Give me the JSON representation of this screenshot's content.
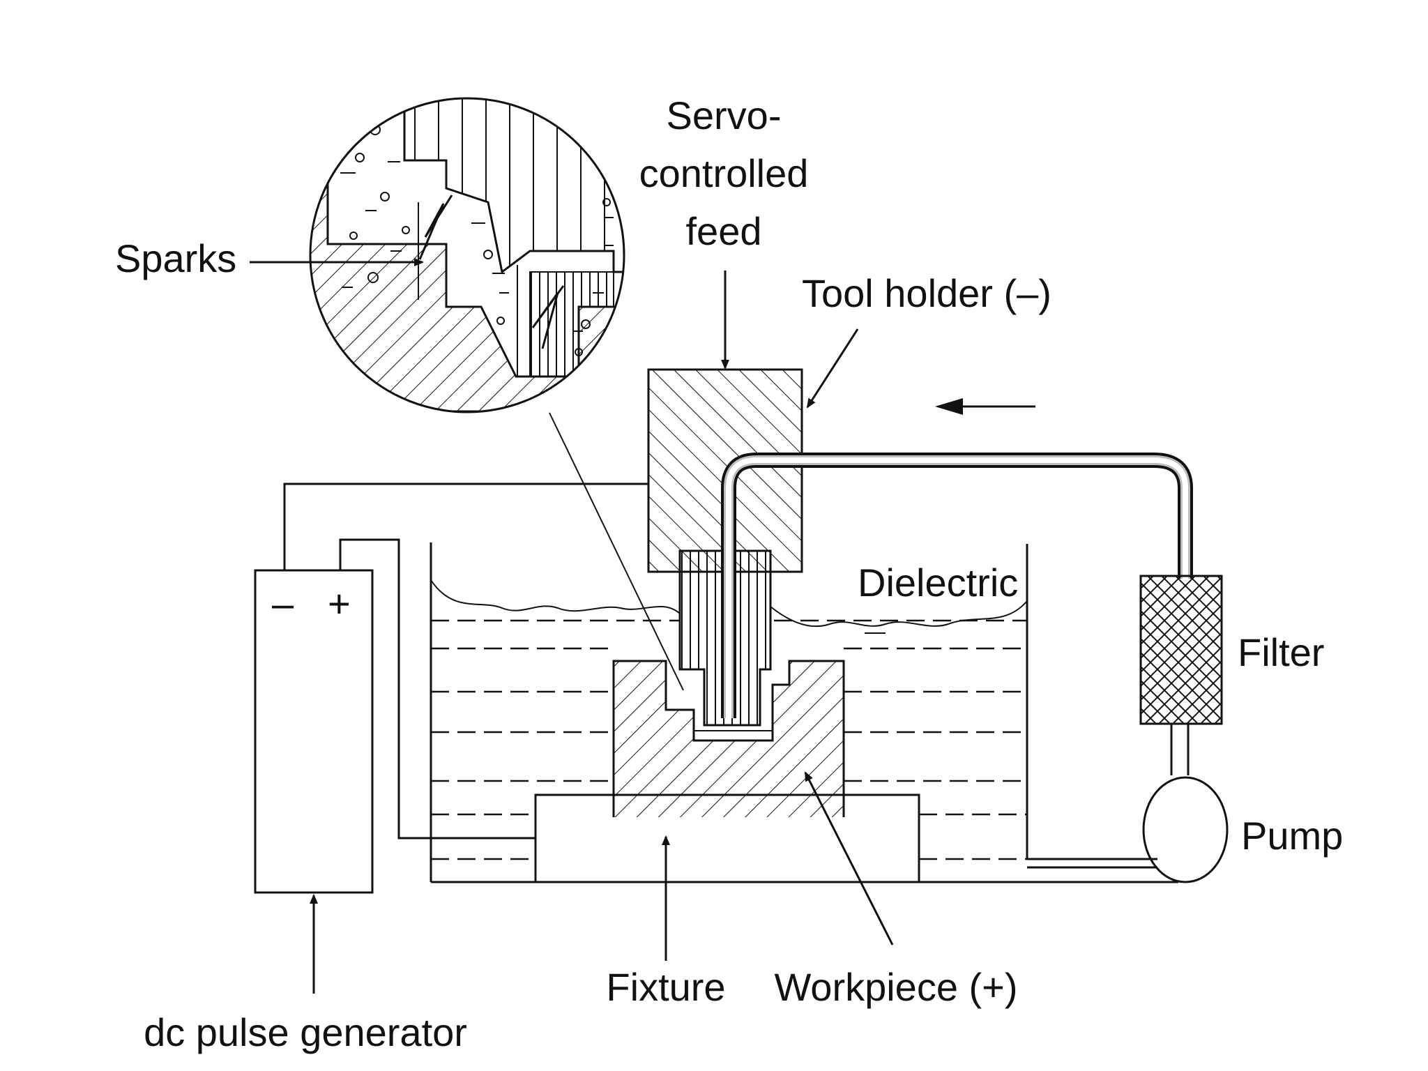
{
  "labels": {
    "sparks": "Sparks",
    "servo_line1": "Servo-",
    "servo_line2": "controlled",
    "servo_line3": "feed",
    "tool_holder": "Tool holder (–)",
    "dielectric": "Dielectric",
    "filter": "Filter",
    "pump": "Pump",
    "fixture": "Fixture",
    "workpiece": "Workpiece (+)",
    "dc_pulse_generator": "dc pulse generator",
    "minus_sign": "–",
    "plus_sign": "+"
  },
  "colors": {
    "ink": "#111111",
    "background": "#ffffff",
    "pipe": "#9a9a9a"
  }
}
